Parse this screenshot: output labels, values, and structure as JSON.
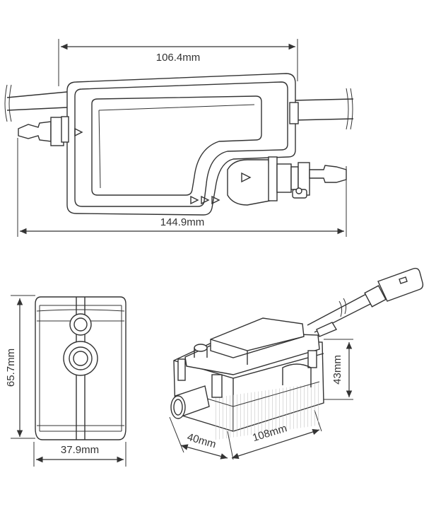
{
  "dimensions": {
    "top_width": "106.4mm",
    "overall_length": "144.9mm",
    "side_height": "65.7mm",
    "side_width": "37.9mm",
    "pump_height": "43mm",
    "pump_depth": "40mm",
    "pump_length": "108mm"
  },
  "colors": {
    "line": "#333333",
    "fill": "#ffffff",
    "water": "#f2f2f2"
  }
}
